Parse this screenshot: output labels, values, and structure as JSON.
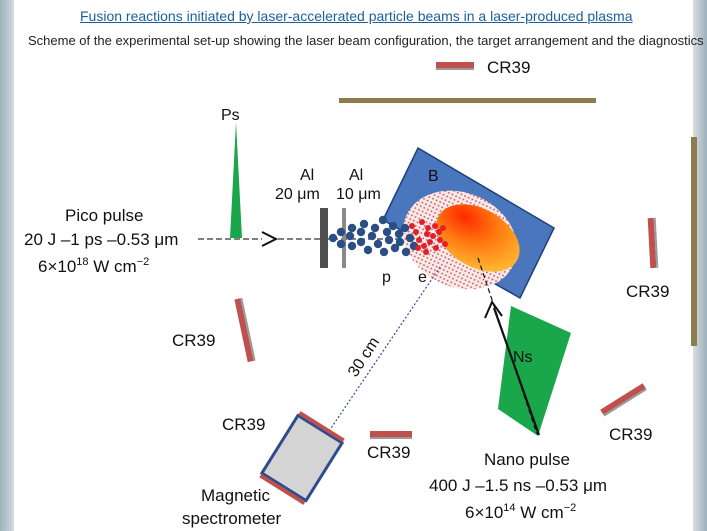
{
  "header": {
    "title": "Fusion reactions initiated by laser-accelerated particle beams in a laser-produced plasma",
    "caption": "Scheme of the experimental set-up showing the laser beam configuration, the target arrangement and the diagnostics"
  },
  "diagram": {
    "ps_label": "Ps",
    "ns_label": "Ns",
    "b_label": "B",
    "al1": {
      "name": "Al",
      "thickness": "20 μm"
    },
    "al2": {
      "name": "Al",
      "thickness": "10 μm"
    },
    "p_label": "p",
    "e_label": "e",
    "distance_label": "30 cm",
    "pico_pulse": {
      "title": "Pico pulse",
      "line1": "20 J –1 ps –0.53 μm",
      "line2_base": "6×10",
      "line2_exp": "18",
      "line2_unit": " W cm",
      "line2_unit_exp": "−2"
    },
    "nano_pulse": {
      "title": "Nano pulse",
      "line1": "400 J –1.5 ns –0.53 μm",
      "line2_base": "6×10",
      "line2_exp": "14",
      "line2_unit": " W cm",
      "line2_unit_exp": "−2"
    },
    "detector_label": "CR39",
    "spectrometer": {
      "line1": "Magnetic",
      "line2": "spectrometer"
    }
  },
  "colors": {
    "link": "#1a5f9e",
    "target_blue": "#4a76bd",
    "laser_green": "#1aa64a",
    "detector_red": "#c0504d",
    "olive_detector": "#8b7d4f",
    "proton_dot": "#2b4f85",
    "electron_dot": "#e0202a"
  }
}
